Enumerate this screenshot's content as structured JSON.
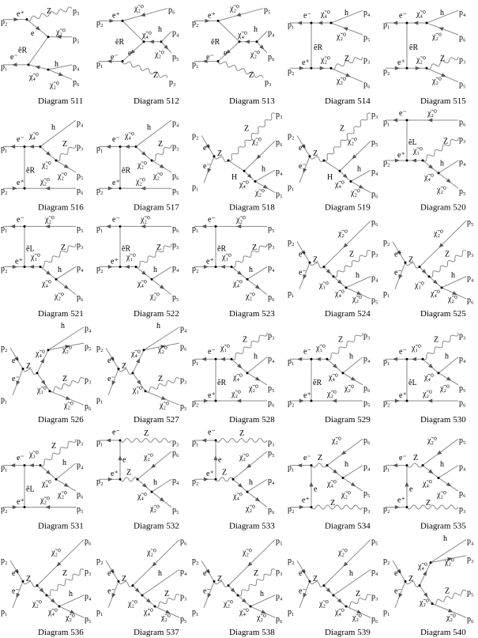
{
  "diagrams": [
    {
      "caption": "Diagram 511",
      "labels": [
        "p₂",
        "e⁺",
        "Z",
        "p₃",
        "e",
        "χ̃₂⁰",
        "p₅",
        "ẽR",
        "e⁻",
        "p₁",
        "h",
        "p₄",
        "χ̃₄⁰",
        "χ̃₂⁰",
        "p₆"
      ]
    },
    {
      "caption": "Diagram 512",
      "labels": [
        "p₂",
        "e⁺",
        "χ̃₂⁰",
        "p₆",
        "ẽR",
        "χ̃₄⁰",
        "h",
        "p₄",
        "χ̃₂⁰",
        "p₅",
        "e",
        "e⁻",
        "p₁",
        "Z",
        "p₃"
      ]
    },
    {
      "caption": "Diagram 513",
      "labels": [
        "p₂",
        "e⁺",
        "χ̃₂⁰",
        "p₅",
        "ẽR",
        "χ̃₄⁰",
        "h",
        "p₄",
        "χ̃₂⁰",
        "p₆",
        "e",
        "e⁻",
        "p₁",
        "Z",
        "p₃"
      ]
    },
    {
      "caption": "Diagram 514",
      "labels": [
        "e⁻",
        "p₁",
        "χ̃₄⁰",
        "h",
        "p₄",
        "χ̃₂⁰",
        "p₅",
        "ẽR",
        "e⁺",
        "p₂",
        "χ̃₂⁰",
        "Z",
        "p₃",
        "χ̃₂⁰",
        "p₆"
      ]
    },
    {
      "caption": "Diagram 515",
      "labels": [
        "e⁻",
        "p₁",
        "χ̃₄⁰",
        "h",
        "p₄",
        "χ̃₂⁰",
        "p₆",
        "ẽR",
        "e⁺",
        "p₂",
        "χ̃₂⁰",
        "Z",
        "p₃",
        "χ̃₂⁰",
        "p₅"
      ]
    },
    {
      "caption": "Diagram 516",
      "labels": [
        "e⁻",
        "p₁",
        "χ̃₄⁰",
        "h",
        "p₄",
        "χ̃₂⁰",
        "Z",
        "p₃",
        "χ̃₂⁰",
        "p₅",
        "ẽR",
        "e⁺",
        "χ̃₂⁰",
        "p₂",
        "p₆"
      ]
    },
    {
      "caption": "Diagram 517",
      "labels": [
        "e⁻",
        "p₁",
        "χ̃₄⁰",
        "h",
        "p₄",
        "χ̃₂⁰",
        "Z",
        "p₃",
        "χ̃₂⁰",
        "p₆",
        "ẽR",
        "e⁺",
        "χ̃₂⁰",
        "p₂",
        "p₅"
      ]
    },
    {
      "caption": "Diagram 518",
      "labels": [
        "p₂",
        "e⁺",
        "e⁻",
        "p₁",
        "Z",
        "Z",
        "p₃",
        "χ̃₂⁰",
        "p₆",
        "H",
        "h",
        "p₄",
        "χ̃₄⁰",
        "χ̃₂⁰",
        "p₅"
      ]
    },
    {
      "caption": "Diagram 519",
      "labels": [
        "p₂",
        "e⁺",
        "e⁻",
        "p₁",
        "Z",
        "Z",
        "p₃",
        "χ̃₂⁰",
        "p₅",
        "H",
        "h",
        "p₄",
        "χ̃₄⁰",
        "χ̃₂⁰",
        "p₆"
      ]
    },
    {
      "caption": "Diagram 520",
      "labels": [
        "e⁻",
        "p₁",
        "χ̃₂⁰",
        "p₆",
        "ẽL",
        "e⁺",
        "χ̃₁⁰",
        "Z",
        "p₃",
        "h",
        "p₄",
        "χ̃₄⁰",
        "χ̃₂⁰",
        "p₅",
        "p₂"
      ]
    },
    {
      "caption": "Diagram 521",
      "labels": [
        "e⁻",
        "p₁",
        "χ̃₂⁰",
        "p₅",
        "ẽL",
        "e⁺",
        "χ̃₁⁰",
        "Z",
        "p₃",
        "h",
        "p₄",
        "χ̃₄⁰",
        "χ̃₂⁰",
        "p₆",
        "p₂"
      ]
    },
    {
      "caption": "Diagram 522",
      "labels": [
        "e⁻",
        "p₁",
        "χ̃₂⁰",
        "p₆",
        "ẽR",
        "e⁺",
        "χ̃₁⁰",
        "Z",
        "p₃",
        "h",
        "p₄",
        "χ̃₄⁰",
        "χ̃₂⁰",
        "p₅",
        "p₂"
      ]
    },
    {
      "caption": "Diagram 523",
      "labels": [
        "e⁻",
        "p₁",
        "χ̃₂⁰",
        "p₅",
        "ẽR",
        "e⁺",
        "χ̃₁⁰",
        "Z",
        "p₃",
        "h",
        "p₄",
        "χ̃₄⁰",
        "χ̃₂⁰",
        "p₆",
        "p₂"
      ]
    },
    {
      "caption": "Diagram 524",
      "labels": [
        "p₂",
        "e⁺",
        "e⁻",
        "p₁",
        "Z",
        "χ̃₂⁰",
        "p₆",
        "χ̃₁⁰",
        "Z",
        "p₃",
        "χ̃₄⁰",
        "h",
        "p₄",
        "χ̃₂⁰",
        "p₅"
      ]
    },
    {
      "caption": "Diagram 525",
      "labels": [
        "p₂",
        "e⁺",
        "e⁻",
        "p₁",
        "Z",
        "χ̃₂⁰",
        "p₅",
        "χ̃₁⁰",
        "Z",
        "p₃",
        "χ̃₄⁰",
        "h",
        "p₄",
        "χ̃₂⁰",
        "p₆"
      ]
    },
    {
      "caption": "Diagram 526",
      "labels": [
        "p₂",
        "e⁺",
        "e⁻",
        "p₁",
        "Z",
        "χ̃₄⁰",
        "h",
        "p₄",
        "χ̃₂⁰",
        "p₅",
        "χ̃₁⁰",
        "Z",
        "p₃",
        "χ̃₂⁰",
        "p₆"
      ]
    },
    {
      "caption": "Diagram 527",
      "labels": [
        "p₂",
        "e⁺",
        "e⁻",
        "p₁",
        "Z",
        "χ̃₄⁰",
        "h",
        "p₄",
        "χ̃₂⁰",
        "p₆",
        "χ̃₁⁰",
        "Z",
        "p₃",
        "χ̃₂⁰",
        "p₅"
      ]
    },
    {
      "caption": "Diagram 528",
      "labels": [
        "e⁻",
        "p₁",
        "χ̃₁⁰",
        "Z",
        "p₃",
        "χ̃₄⁰",
        "h",
        "p₄",
        "χ̃₂⁰",
        "p₅",
        "ẽR",
        "e⁺",
        "χ̃₂⁰",
        "p₂",
        "p₆"
      ]
    },
    {
      "caption": "Diagram 529",
      "labels": [
        "e⁻",
        "p₁",
        "χ̃₁⁰",
        "Z",
        "p₃",
        "χ̃₄⁰",
        "h",
        "p₄",
        "χ̃₂⁰",
        "p₆",
        "ẽR",
        "e⁺",
        "χ̃₂⁰",
        "p₂",
        "p₅"
      ]
    },
    {
      "caption": "Diagram 530",
      "labels": [
        "e⁻",
        "p₁",
        "χ̃₁⁰",
        "Z",
        "p₃",
        "χ̃₄⁰",
        "h",
        "p₄",
        "χ̃₂⁰",
        "p₅",
        "ẽL",
        "e⁺",
        "χ̃₂⁰",
        "p₂",
        "p₆"
      ]
    },
    {
      "caption": "Diagram 531",
      "labels": [
        "e⁻",
        "p₁",
        "χ̃₁⁰",
        "Z",
        "p₃",
        "χ̃₄⁰",
        "h",
        "p₄",
        "χ̃₂⁰",
        "p₆",
        "ẽL",
        "e⁺",
        "χ̃₂⁰",
        "p₂",
        "p₅"
      ]
    },
    {
      "caption": "Diagram 532",
      "labels": [
        "e⁻",
        "Z",
        "p₁",
        "p₃",
        "e",
        "e⁺",
        "Z",
        "χ̃₂⁰",
        "p₆",
        "h",
        "p₄",
        "χ̃₄⁰",
        "χ̃₂⁰",
        "p₅",
        "p₂"
      ]
    },
    {
      "caption": "Diagram 533",
      "labels": [
        "e⁻",
        "Z",
        "p₁",
        "p₃",
        "e",
        "e⁺",
        "Z",
        "χ̃₂⁰",
        "p₅",
        "h",
        "p₄",
        "χ̃₄⁰",
        "χ̃₂⁰",
        "p₆",
        "p₂"
      ]
    },
    {
      "caption": "Diagram 534",
      "labels": [
        "e⁻",
        "Z",
        "p₁",
        "χ̃₂⁰",
        "p₆",
        "h",
        "p₄",
        "χ̃₄⁰",
        "χ̃₂⁰",
        "p₅",
        "e",
        "e⁺",
        "Z",
        "p₂",
        "p₃"
      ]
    },
    {
      "caption": "Diagram 535",
      "labels": [
        "e⁻",
        "Z",
        "p₁",
        "χ̃₂⁰",
        "p₅",
        "h",
        "p₄",
        "χ̃₄⁰",
        "χ̃₂⁰",
        "p₆",
        "e",
        "e⁺",
        "Z",
        "p₂",
        "p₃"
      ]
    },
    {
      "caption": "Diagram 536",
      "labels": [
        "p₂",
        "e⁺",
        "e⁻",
        "p₁",
        "Z",
        "χ̃₂⁰",
        "p₆",
        "χ̃₂⁰",
        "Z",
        "p₃",
        "χ̃₄⁰",
        "h",
        "p₄",
        "χ̃₂⁰",
        "p₅"
      ]
    },
    {
      "caption": "Diagram 537",
      "labels": [
        "p₂",
        "e⁺",
        "e⁻",
        "p₁",
        "Z",
        "χ̃₂⁰",
        "p₆",
        "χ̃₂⁰",
        "h",
        "p₄",
        "χ̃₄⁰",
        "Z",
        "p₃",
        "χ̃₂⁰",
        "p₅"
      ]
    },
    {
      "caption": "Diagram 538",
      "labels": [
        "p₂",
        "e⁺",
        "e⁻",
        "p₁",
        "Z",
        "χ̃₂⁰",
        "p₅",
        "χ̃₂⁰",
        "Z",
        "p₃",
        "χ̃₄⁰",
        "h",
        "p₄",
        "χ̃₂⁰",
        "p₆"
      ]
    },
    {
      "caption": "Diagram 539",
      "labels": [
        "p₂",
        "e⁺",
        "e⁻",
        "p₁",
        "Z",
        "χ̃₂⁰",
        "p₅",
        "χ̃₂⁰",
        "h",
        "p₄",
        "χ̃₄⁰",
        "Z",
        "p₃",
        "χ̃₂⁰",
        "p₆"
      ]
    },
    {
      "caption": "Diagram 540",
      "labels": [
        "p₂",
        "e⁺",
        "e⁻",
        "p₁",
        "Z",
        "χ̃₄⁰",
        "h",
        "p₄",
        "χ̃₂⁰",
        "p₃",
        "χ̃₂⁰",
        "Z",
        "p₅",
        "χ̃₂⁰",
        "p₆"
      ]
    }
  ]
}
